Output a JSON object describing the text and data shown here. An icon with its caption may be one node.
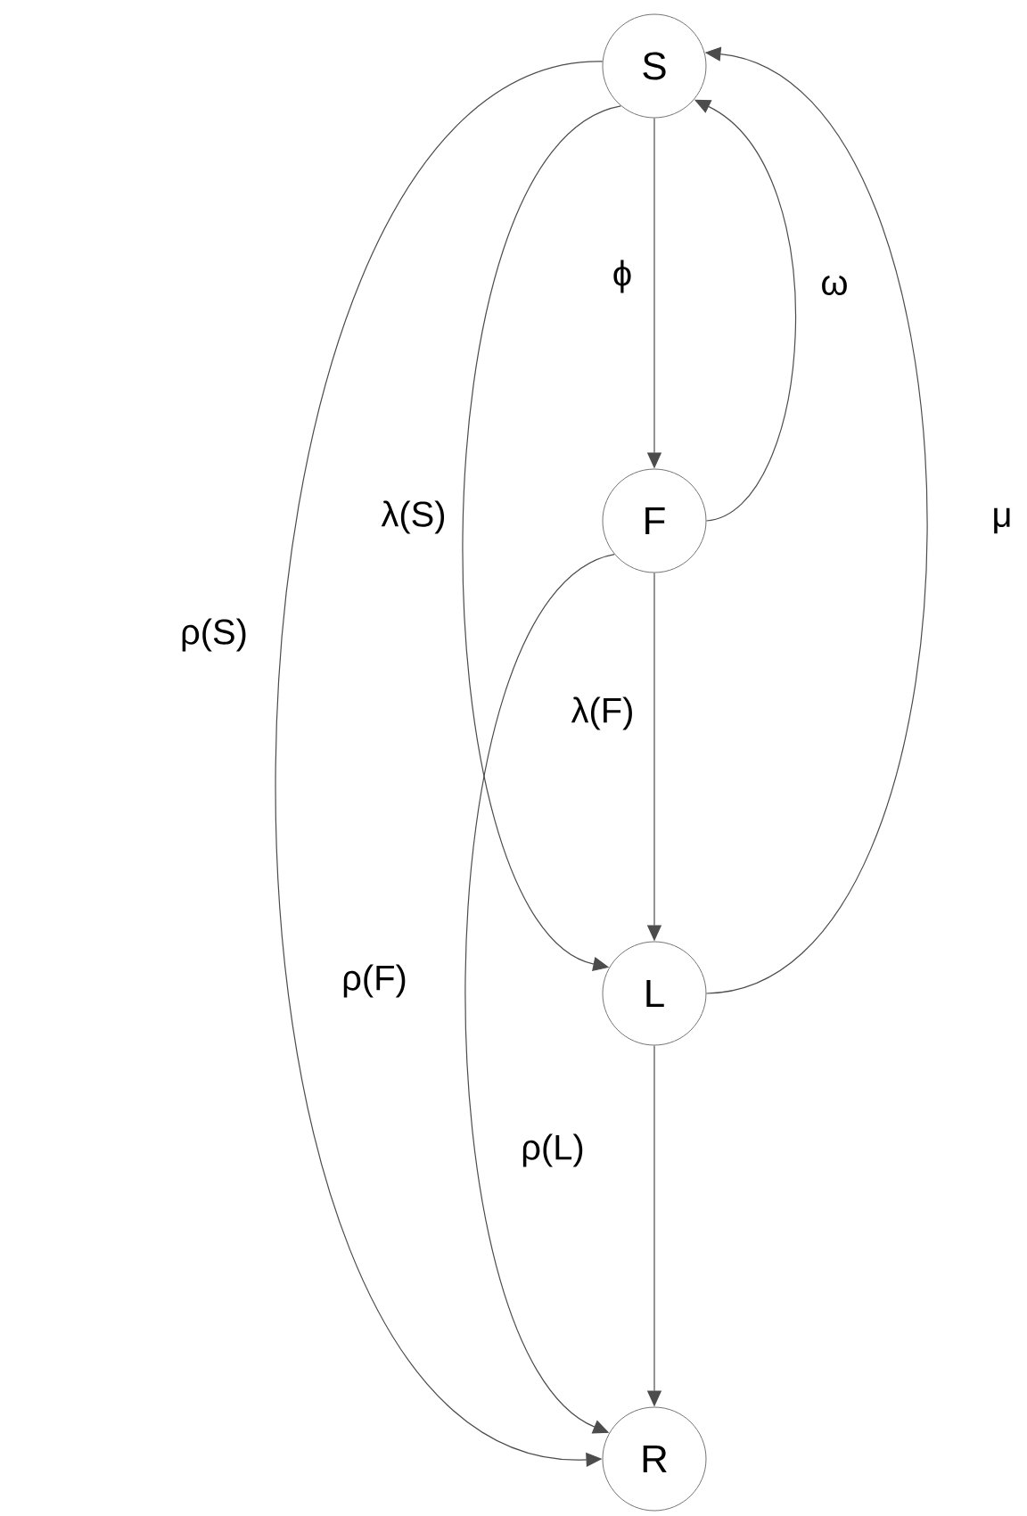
{
  "diagram": {
    "nodes": [
      {
        "text": [
          "S"
        ]
      },
      {
        "text": [
          "F"
        ]
      },
      {
        "text": [
          "L"
        ]
      },
      {
        "text": [
          "R"
        ]
      }
    ],
    "edges": [
      {
        "from": 0,
        "to": 1,
        "arrow": "to",
        "label": "ϕ"
      },
      {
        "from": 1,
        "to": 0,
        "arrow": "to",
        "label": "ω"
      },
      {
        "from": 2,
        "to": 0,
        "arrow": "to",
        "label": "μ"
      },
      {
        "from": 0,
        "to": 2,
        "arrow": "to",
        "label": "λ(S)"
      },
      {
        "from": 1,
        "to": 2,
        "arrow": "to",
        "label": "λ(F)"
      },
      {
        "from": 1,
        "to": 3,
        "arrow": "to",
        "label": "ρ(F)"
      },
      {
        "from": 0,
        "to": 3,
        "arrow": "to",
        "label": "ρ(S)"
      },
      {
        "from": 2,
        "to": 3,
        "arrow": "to",
        "label": "ρ(L)"
      }
    ]
  }
}
